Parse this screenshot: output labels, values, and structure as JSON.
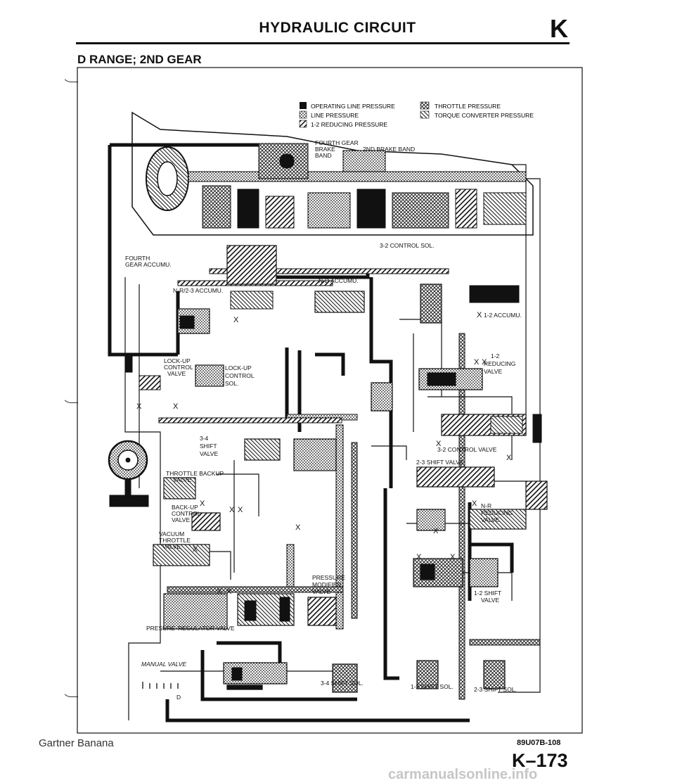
{
  "header": {
    "title": "HYDRAULIC CIRCUIT",
    "section_letter": "K"
  },
  "section_title": "D RANGE; 2ND GEAR",
  "legend": {
    "items": [
      {
        "label": "OPERATING LINE PRESSURE",
        "swatch": "solid"
      },
      {
        "label": "LINE PRESSURE",
        "swatch": "dots"
      },
      {
        "label": "1-2 REDUCING PRESSURE",
        "swatch": "hatch"
      },
      {
        "label": "THROTTLE PRESSURE",
        "swatch": "cross"
      },
      {
        "label": "TORQUE CONVERTER PRESSURE",
        "swatch": "hatch-fine"
      }
    ]
  },
  "labels": {
    "fourth_gear_band": "FOURTH GEAR",
    "brake": "BRAKE",
    "band": "BAND",
    "second_brake_band": "2ND BRAKE BAND",
    "fourth_gear_accumu_1": "FOURTH",
    "fourth_gear_accumu_2": "GEAR ACCUMU.",
    "control_sol_32": "3-2 CONTROL SOL.",
    "n_r_23_accumu": "N-R/2-3 ACCUMU.",
    "n_d_accumu": "N-D ACCUMU.",
    "accumu_12": "1-2 ACCUMU.",
    "reducing_12_a": "1-2",
    "reducing_12_b": "REDUCING",
    "reducing_12_c": "VALVE",
    "lockup_valve_a": "LOCK-UP",
    "lockup_valve_b": "CONTROL",
    "lockup_valve_c": "VALVE",
    "lockup_sol_a": "LOCK-UP",
    "lockup_sol_b": "CONTROL",
    "lockup_sol_c": "SOL.",
    "shift_34_a": "3-4",
    "shift_34_b": "SHIFT",
    "shift_34_c": "VALVE",
    "control_valve_32": "3-2 CONTROL VALVE",
    "shift_valve_23": "2-3 SHIFT VALVE",
    "throttle_backup_a": "THROTTLE BACKUP",
    "throttle_backup_b": "VALVE",
    "backup_control_a": "BACK-UP",
    "backup_control_b": "CONTROL",
    "backup_control_c": "VALVE",
    "vacuum_throttle_a": "VACUUM",
    "vacuum_throttle_b": "THROTTLE",
    "vacuum_throttle_c": "VALVE",
    "nr_reducing_a": "N-R",
    "nr_reducing_b": "REDUCING",
    "nr_reducing_c": "VALVE",
    "pressure_modifier_a": "PRESSURE",
    "pressure_modifier_b": "MODIFIER",
    "pressure_modifier_c": "VALVE",
    "shift_12_a": "1-2 SHIFT",
    "shift_12_b": "VALVE",
    "pressure_regulator_a": "PRESURE",
    "pressure_regulator_b": "REGULATOR VALVE",
    "manual_valve": "MANUAL VALVE",
    "manual_d": "D",
    "sol_34": "3-4 SHIFT SOL.",
    "sol_12": "1-2 SHIFT SOL.",
    "sol_23": "2-3 SHIFT SOL.",
    "x_mark": "X"
  },
  "footer": {
    "code": "89U07B-108",
    "page": "K–173",
    "left_credit": "Gartner Banana",
    "watermark": "carmanualsonline.info"
  }
}
